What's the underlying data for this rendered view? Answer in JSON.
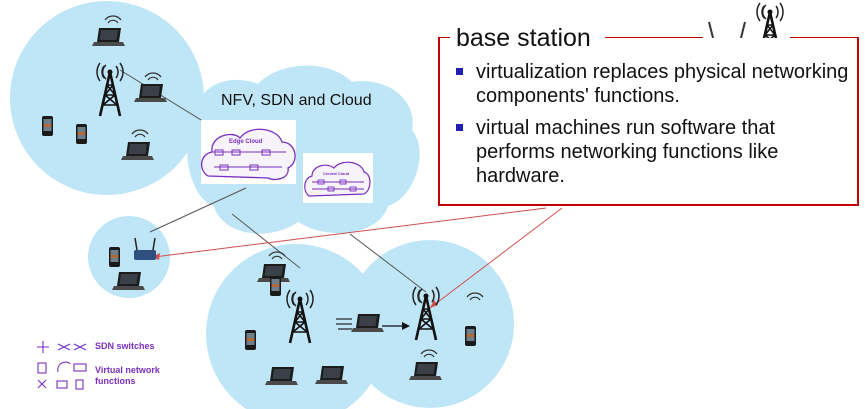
{
  "diagram": {
    "cloud_label": "NFV, SDN and Cloud",
    "edge_cloud_label": "Edge Cloud",
    "central_cloud_label": "Central Cloud"
  },
  "callout": {
    "title": "base station",
    "bullets": [
      "virtualization replaces physical networking components' functions.",
      "virtual machines run software that performs networking functions like hardware."
    ]
  },
  "legend": {
    "sdn_switches": "SDN switches",
    "vnf_line1": "Virtual network",
    "vnf_line2": "functions"
  },
  "colors": {
    "cell": "#bfe6f7",
    "callout_border": "#c00000",
    "bullet": "#1f1fb3",
    "legend": "#7a2fbf",
    "arrow": "#d0504f"
  },
  "icons": [
    "laptop-icon",
    "smartphone-icon",
    "cell-tower-icon",
    "wireless-router-icon",
    "edge-cloud-icon",
    "central-cloud-icon"
  ]
}
